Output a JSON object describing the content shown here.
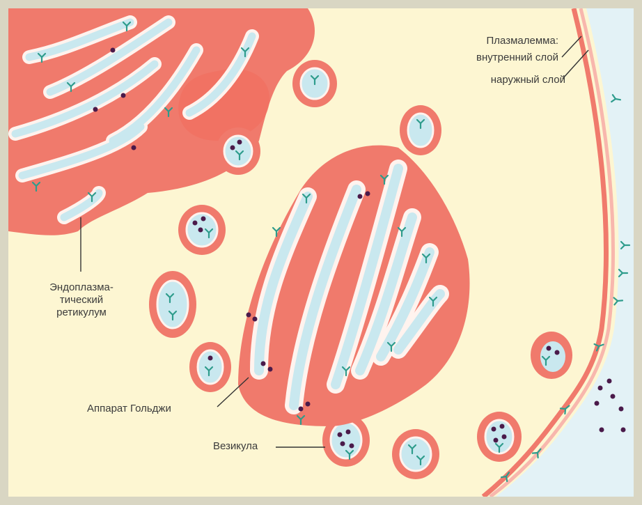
{
  "labels": {
    "plasmalemma_title": "Плазмалемма:",
    "plasmalemma_inner": "внутренний слой",
    "plasmalemma_outer": "наружный слой",
    "er_line1": "Эндоплазма-",
    "er_line2": "тический",
    "er_line3": "ретикулум",
    "golgi": "Аппарат Гольджи",
    "vesicle": "Везикула"
  },
  "colors": {
    "background": "#fdf6d2",
    "membrane": "#f07a6c",
    "membrane_light": "#f8b7ad",
    "lumen": "#c9e8ef",
    "receptor": "#2e9c8c",
    "particle": "#4a1a4a",
    "extracellular": "#e3f2f6"
  }
}
